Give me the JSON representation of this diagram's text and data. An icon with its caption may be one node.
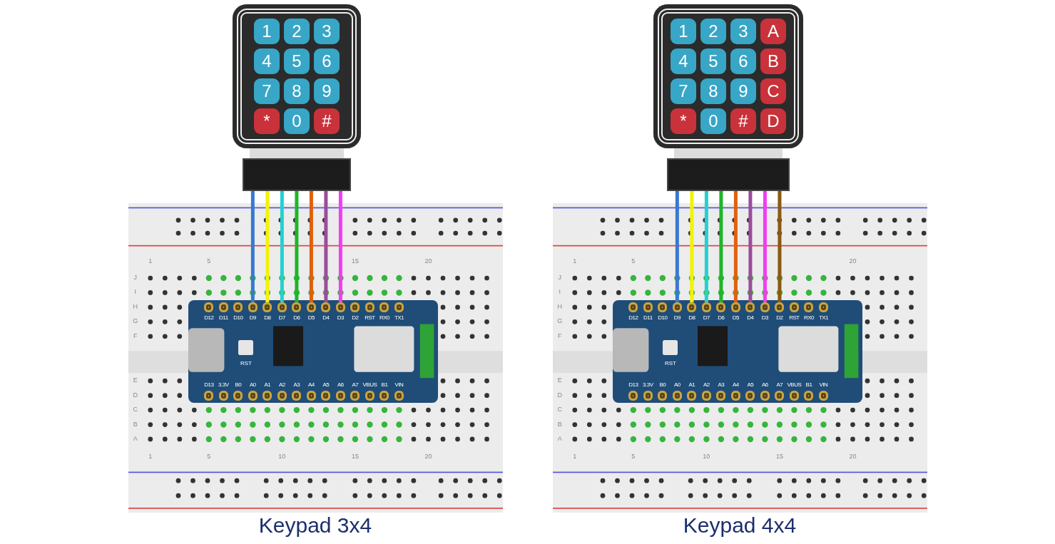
{
  "diagram": {
    "nodes": [
      {
        "text": [],
        "shape": "box"
      },
      {
        "text": [
          "1"
        ],
        "in": 0
      },
      {
        "text": [
          "2"
        ],
        "in": 0
      },
      {
        "text": [
          "3"
        ],
        "in": 0
      },
      {
        "text": [
          "4"
        ],
        "in": 0
      },
      {
        "text": [
          "5"
        ],
        "in": 0
      },
      {
        "text": [
          "6"
        ],
        "in": 0
      },
      {
        "text": [
          "7"
        ],
        "in": 0
      },
      {
        "text": [
          "8"
        ],
        "in": 0
      },
      {
        "text": [
          "9"
        ],
        "in": 0
      },
      {
        "text": [
          "*"
        ],
        "in": 0
      },
      {
        "text": [
          "0"
        ],
        "in": 0
      },
      {
        "text": [
          "#"
        ],
        "in": 0
      },
      {
        "text": [],
        "shape": "box"
      },
      {
        "text": [],
        "shape": "box"
      },
      {
        "text": [],
        "shape": "box",
        "in": 14
      },
      {
        "text": [
          "D12"
        ],
        "in": 15
      },
      {
        "text": [
          "D11"
        ],
        "in": 15
      },
      {
        "text": [
          "D10"
        ],
        "in": 15
      },
      {
        "text": [
          "D9"
        ],
        "in": 15
      },
      {
        "text": [
          "D8"
        ],
        "in": 15
      },
      {
        "text": [
          "D7"
        ],
        "in": 15
      },
      {
        "text": [
          "D6"
        ],
        "in": 15
      },
      {
        "text": [
          "D5"
        ],
        "in": 15
      },
      {
        "text": [
          "D4"
        ],
        "in": 15
      },
      {
        "text": [
          "D3"
        ],
        "in": 15
      },
      {
        "text": [
          "D2"
        ],
        "in": 15
      },
      {
        "text": [
          "RST"
        ],
        "in": 15
      },
      {
        "text": [
          "RX0"
        ],
        "in": 15
      },
      {
        "text": [
          "TX1"
        ],
        "in": 15
      },
      {
        "text": [
          "D13"
        ],
        "in": 15
      },
      {
        "text": [
          "3.3V"
        ],
        "in": 15
      },
      {
        "text": [
          "B0"
        ],
        "in": 15
      },
      {
        "text": [
          "A0"
        ],
        "in": 15
      },
      {
        "text": [
          "A1"
        ],
        "in": 15
      },
      {
        "text": [
          "A2"
        ],
        "in": 15
      },
      {
        "text": [
          "A3"
        ],
        "in": 15
      },
      {
        "text": [
          "A4"
        ],
        "in": 15
      },
      {
        "text": [
          "A5"
        ],
        "in": 15
      },
      {
        "text": [
          "A6"
        ],
        "in": 15
      },
      {
        "text": [
          "A7"
        ],
        "in": 15
      },
      {
        "text": [
          "VBUS"
        ],
        "in": 15
      },
      {
        "text": [
          "B1"
        ],
        "in": 15
      },
      {
        "text": [
          "VIN"
        ],
        "in": 15
      },
      {
        "text": [],
        "shape": "box"
      },
      {
        "text": [
          "1"
        ],
        "in": 44
      },
      {
        "text": [
          "2"
        ],
        "in": 44
      },
      {
        "text": [
          "3"
        ],
        "in": 44
      },
      {
        "text": [
          "A"
        ],
        "in": 44
      },
      {
        "text": [
          "4"
        ],
        "in": 44
      },
      {
        "text": [
          "5"
        ],
        "in": 44
      },
      {
        "text": [
          "6"
        ],
        "in": 44
      },
      {
        "text": [
          "B"
        ],
        "in": 44
      },
      {
        "text": [
          "7"
        ],
        "in": 44
      },
      {
        "text": [
          "8"
        ],
        "in": 44
      },
      {
        "text": [
          "9"
        ],
        "in": 44
      },
      {
        "text": [
          "C"
        ],
        "in": 44
      },
      {
        "text": [
          "*"
        ],
        "in": 44
      },
      {
        "text": [
          "0"
        ],
        "in": 44
      },
      {
        "text": [
          "#"
        ],
        "in": 44
      },
      {
        "text": [
          "D"
        ],
        "in": 44
      },
      {
        "text": [],
        "shape": "box"
      },
      {
        "text": [],
        "shape": "box"
      },
      {
        "text": [],
        "shape": "box",
        "in": 62
      },
      {
        "text": [
          "D12"
        ],
        "in": 63
      },
      {
        "text": [
          "D11"
        ],
        "in": 63
      },
      {
        "text": [
          "D10"
        ],
        "in": 63
      },
      {
        "text": [
          "D9"
        ],
        "in": 63
      },
      {
        "text": [
          "D8"
        ],
        "in": 63
      },
      {
        "text": [
          "D7"
        ],
        "in": 63
      },
      {
        "text": [
          "D6"
        ],
        "in": 63
      },
      {
        "text": [
          "D5"
        ],
        "in": 63
      },
      {
        "text": [
          "D4"
        ],
        "in": 63
      },
      {
        "text": [
          "D3"
        ],
        "in": 63
      },
      {
        "text": [
          "D2"
        ],
        "in": 63
      },
      {
        "text": [
          "RST"
        ],
        "in": 63
      },
      {
        "text": [
          "RX0"
        ],
        "in": 63
      },
      {
        "text": [
          "TX1"
        ],
        "in": 63
      },
      {
        "text": [
          "D13"
        ],
        "in": 63
      },
      {
        "text": [
          "3.3V"
        ],
        "in": 63
      },
      {
        "text": [
          "B0"
        ],
        "in": 63
      },
      {
        "text": [
          "A0"
        ],
        "in": 63
      },
      {
        "text": [
          "A1"
        ],
        "in": 63
      },
      {
        "text": [
          "A2"
        ],
        "in": 63
      },
      {
        "text": [
          "A3"
        ],
        "in": 63
      },
      {
        "text": [
          "A4"
        ],
        "in": 63
      },
      {
        "text": [
          "A5"
        ],
        "in": 63
      },
      {
        "text": [
          "A6"
        ],
        "in": 63
      },
      {
        "text": [
          "A7"
        ],
        "in": 63
      },
      {
        "text": [
          "VBUS"
        ],
        "in": 63
      },
      {
        "text": [
          "B1"
        ],
        "in": 63
      },
      {
        "text": [
          "VIN"
        ],
        "in": 63
      }
    ],
    "edges": [
      {
        "from": 0,
        "to": 13,
        "arrow": "none",
        "style": "thick",
        "color": "#dcdcdc"
      },
      {
        "from": 13,
        "to": 19,
        "arrow": "none",
        "color": "#3a78d0"
      },
      {
        "from": 13,
        "to": 20,
        "arrow": "none",
        "color": "#f2f20a"
      },
      {
        "from": 13,
        "to": 21,
        "arrow": "none",
        "color": "#25d0d0"
      },
      {
        "from": 13,
        "to": 22,
        "arrow": "none",
        "color": "#1fb52a"
      },
      {
        "from": 13,
        "to": 23,
        "arrow": "none",
        "color": "#e0600c"
      },
      {
        "from": 13,
        "to": 24,
        "arrow": "none",
        "color": "#9a4d9a"
      },
      {
        "from": 13,
        "to": 25,
        "arrow": "none",
        "color": "#f23cf2"
      },
      {
        "from": 44,
        "to": 61,
        "arrow": "none",
        "style": "thick",
        "color": "#dcdcdc"
      },
      {
        "from": 61,
        "to": 67,
        "arrow": "none",
        "color": "#3a78d0"
      },
      {
        "from": 61,
        "to": 68,
        "arrow": "none",
        "color": "#f2f20a"
      },
      {
        "from": 61,
        "to": 69,
        "arrow": "none",
        "color": "#25d0d0"
      },
      {
        "from": 61,
        "to": 70,
        "arrow": "none",
        "color": "#1fb52a"
      },
      {
        "from": 61,
        "to": 71,
        "arrow": "none",
        "color": "#e0600c"
      },
      {
        "from": 61,
        "to": 72,
        "arrow": "none",
        "color": "#9a4d9a"
      },
      {
        "from": 61,
        "to": 73,
        "arrow": "none",
        "color": "#f23cf2"
      },
      {
        "from": 61,
        "to": 74,
        "arrow": "none",
        "color": "#8a5a12"
      }
    ],
    "labels": [
      "1",
      "5",
      "15",
      "20",
      "J",
      "I",
      "H",
      "G",
      "F",
      "E",
      "D",
      "C",
      "B",
      "A",
      "1",
      "5",
      "10",
      "15",
      "20",
      "RST",
      "1",
      "5",
      "20",
      "J",
      "I",
      "H",
      "G",
      "F",
      "E",
      "D",
      "C",
      "B",
      "A",
      "1",
      "5",
      "10",
      "15",
      "20",
      "RST",
      "Keypad 3x4",
      "Keypad 4x4"
    ]
  }
}
